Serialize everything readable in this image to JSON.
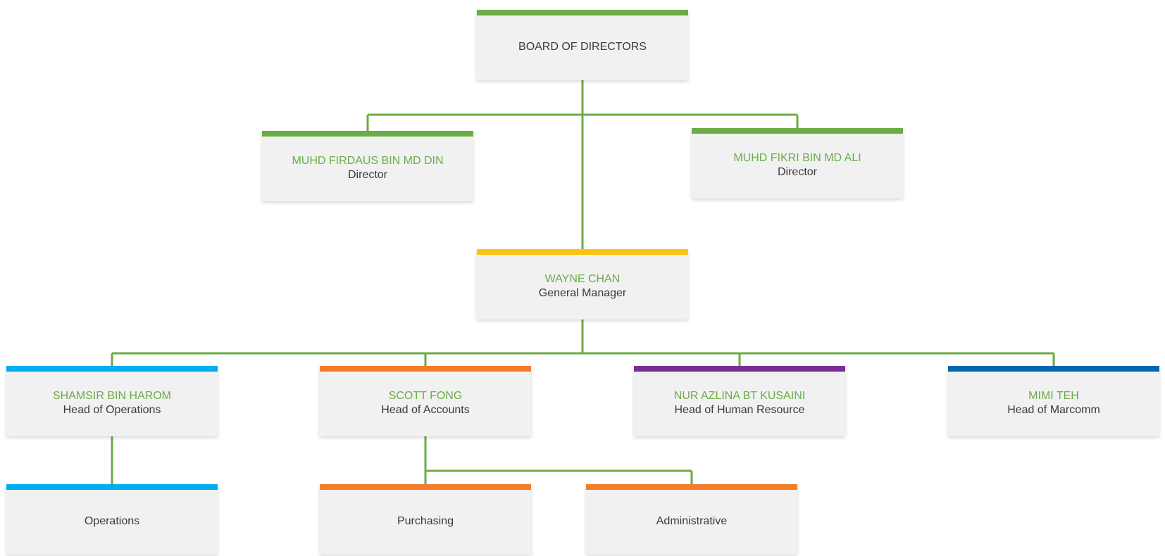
{
  "org_chart": {
    "line_color": "#6aac45",
    "board": {
      "title": "BOARD OF DIRECTORS",
      "accent": "#6aac45"
    },
    "directors": [
      {
        "name": "MUHD FIRDAUS BIN MD DIN",
        "role": "Director",
        "accent": "#6aac45"
      },
      {
        "name": "MUHD FIKRI BIN MD ALI",
        "role": "Director",
        "accent": "#6aac45"
      }
    ],
    "general_manager": {
      "name": "WAYNE CHAN",
      "role": "General Manager",
      "accent": "#ffc20e"
    },
    "heads": [
      {
        "name": "SHAMSIR BIN HAROM",
        "role": "Head of Operations",
        "accent": "#00aeef"
      },
      {
        "name": "SCOTT FONG",
        "role": "Head of Accounts",
        "accent": "#f47b2a"
      },
      {
        "name": "NUR AZLINA BT KUSAINI",
        "role": "Head of Human Resource",
        "accent": "#7b2d97"
      },
      {
        "name": "MIMI TEH",
        "role": "Head of Marcomm",
        "accent": "#0067b1"
      }
    ],
    "departments": [
      {
        "title": "Operations",
        "accent": "#00aeef"
      },
      {
        "title": "Purchasing",
        "accent": "#f47b2a"
      },
      {
        "title": "Administrative",
        "accent": "#f47b2a"
      }
    ]
  }
}
